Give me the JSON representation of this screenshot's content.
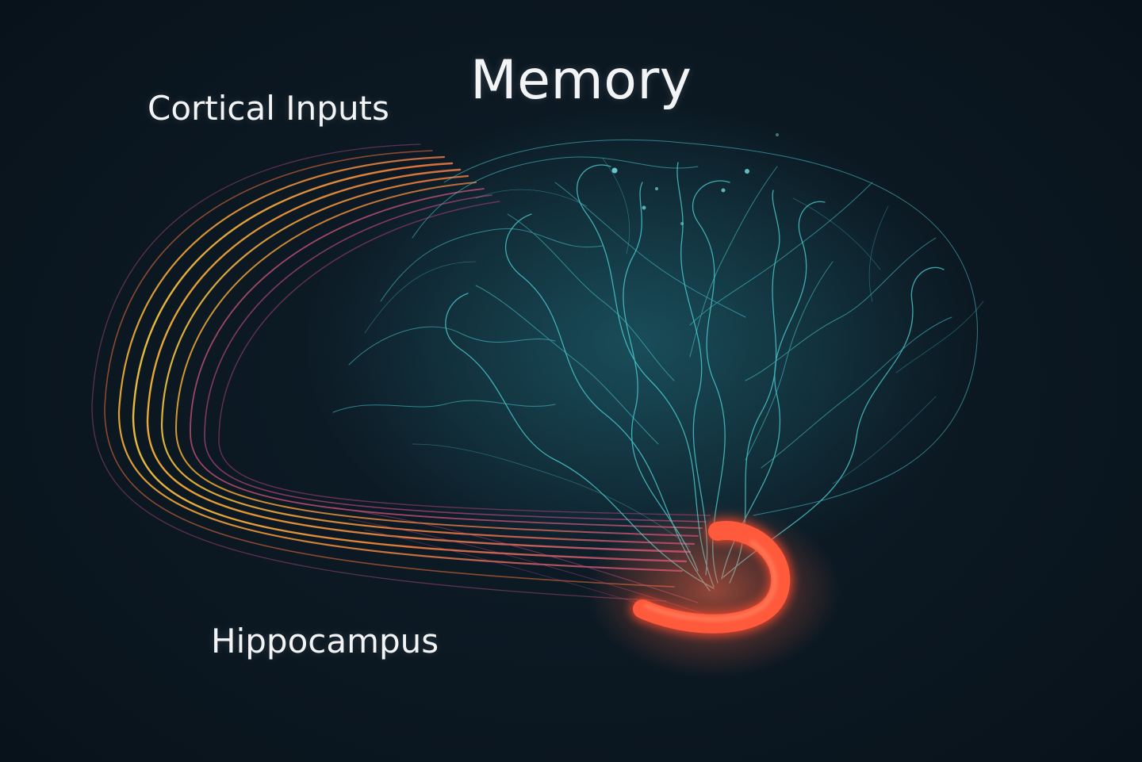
{
  "diagram": {
    "title": "Memory",
    "labels": {
      "cortical_inputs": "Cortical Inputs",
      "hippocampus": "Hippocampus"
    },
    "colors": {
      "background": "#0b1620",
      "network": "#4fd3d8",
      "input_fibers_warm": "#f2b43a",
      "input_fibers_cool": "#c0508a",
      "hippocampus": "#ff5a3c",
      "text": "#f2f4f6"
    }
  }
}
